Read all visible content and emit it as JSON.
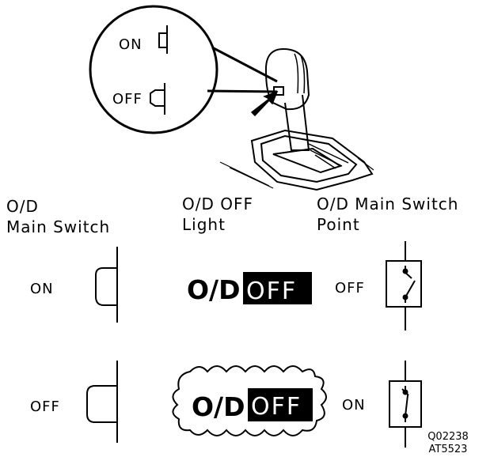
{
  "callout": {
    "on_label": "ON",
    "off_label": "OFF"
  },
  "headers": {
    "main_switch_line1": "O/D",
    "main_switch_line2": "Main Switch",
    "light_line1": "O/D OFF",
    "light_line2": "Light",
    "point_line1": "O/D Main Switch",
    "point_line2": "Point"
  },
  "rows": [
    {
      "switch_state": "ON",
      "light_od": "O/D",
      "light_off": "OFF",
      "light_lit": false,
      "point_state": "OFF"
    },
    {
      "switch_state": "OFF",
      "light_od": "O/D",
      "light_off": "OFF",
      "light_lit": true,
      "point_state": "ON"
    }
  ],
  "codes": {
    "code1": "Q02238",
    "code2": "AT5523"
  }
}
